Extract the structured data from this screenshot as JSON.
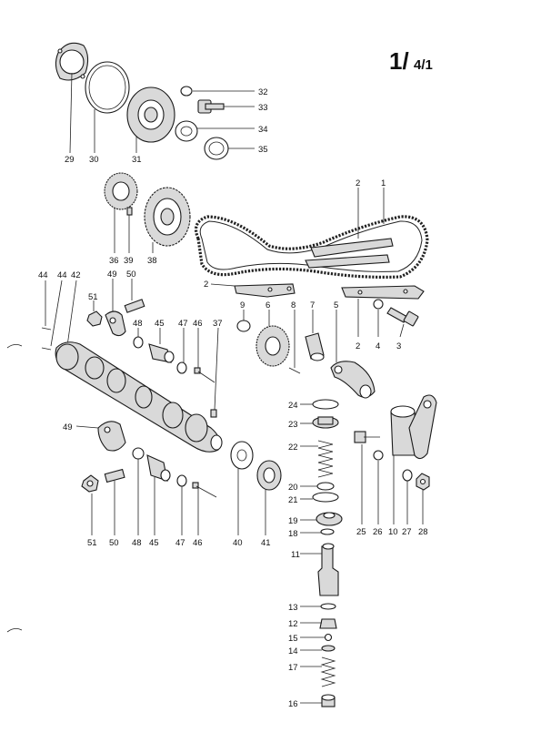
{
  "page_number": {
    "main": "1/",
    "sub": "4/1"
  },
  "callouts": [
    {
      "id": "c29a",
      "text": "29"
    },
    {
      "id": "c30a",
      "text": "30"
    },
    {
      "id": "c31a",
      "text": "31"
    },
    {
      "id": "c32",
      "text": "32"
    },
    {
      "id": "c33",
      "text": "33"
    },
    {
      "id": "c34",
      "text": "34"
    },
    {
      "id": "c35",
      "text": "35"
    },
    {
      "id": "c36",
      "text": "36"
    },
    {
      "id": "c39",
      "text": "39"
    },
    {
      "id": "c38",
      "text": "38"
    },
    {
      "id": "c2a",
      "text": "2"
    },
    {
      "id": "c1",
      "text": "1"
    },
    {
      "id": "c2b",
      "text": "2"
    },
    {
      "id": "c44a",
      "text": "44"
    },
    {
      "id": "c44b",
      "text": "44"
    },
    {
      "id": "c42",
      "text": "42"
    },
    {
      "id": "c49a",
      "text": "49"
    },
    {
      "id": "c50a",
      "text": "50"
    },
    {
      "id": "c51a",
      "text": "51"
    },
    {
      "id": "c48a",
      "text": "48"
    },
    {
      "id": "c45a",
      "text": "45"
    },
    {
      "id": "c47a",
      "text": "47"
    },
    {
      "id": "c46a",
      "text": "46"
    },
    {
      "id": "c37",
      "text": "37"
    },
    {
      "id": "c9",
      "text": "9"
    },
    {
      "id": "c6",
      "text": "6"
    },
    {
      "id": "c8",
      "text": "8"
    },
    {
      "id": "c7",
      "text": "7"
    },
    {
      "id": "c5",
      "text": "5"
    },
    {
      "id": "c2c",
      "text": "2"
    },
    {
      "id": "c4",
      "text": "4"
    },
    {
      "id": "c3",
      "text": "3"
    },
    {
      "id": "c24",
      "text": "24"
    },
    {
      "id": "c23",
      "text": "23"
    },
    {
      "id": "c22",
      "text": "22"
    },
    {
      "id": "c20",
      "text": "20"
    },
    {
      "id": "c21",
      "text": "21"
    },
    {
      "id": "c19",
      "text": "19"
    },
    {
      "id": "c18",
      "text": "18"
    },
    {
      "id": "c11",
      "text": "11"
    },
    {
      "id": "c13",
      "text": "13"
    },
    {
      "id": "c12",
      "text": "12"
    },
    {
      "id": "c15",
      "text": "15"
    },
    {
      "id": "c14",
      "text": "14"
    },
    {
      "id": "c17",
      "text": "17"
    },
    {
      "id": "c16",
      "text": "16"
    },
    {
      "id": "c49b",
      "text": "49"
    },
    {
      "id": "c51b",
      "text": "51"
    },
    {
      "id": "c50b",
      "text": "50"
    },
    {
      "id": "c48b",
      "text": "48"
    },
    {
      "id": "c45b",
      "text": "45"
    },
    {
      "id": "c47b",
      "text": "47"
    },
    {
      "id": "c46b",
      "text": "46"
    },
    {
      "id": "c40",
      "text": "40"
    },
    {
      "id": "c41",
      "text": "41"
    },
    {
      "id": "c25",
      "text": "25"
    },
    {
      "id": "c26",
      "text": "26"
    },
    {
      "id": "c10",
      "text": "10"
    },
    {
      "id": "c27",
      "text": "27"
    },
    {
      "id": "c28",
      "text": "28"
    }
  ]
}
